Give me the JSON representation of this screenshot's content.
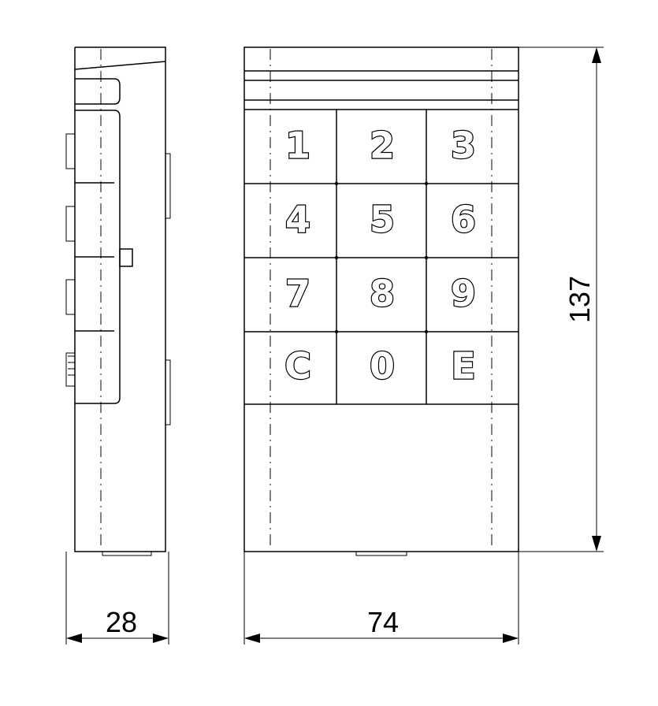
{
  "keypad": {
    "keys": [
      {
        "label": "1"
      },
      {
        "label": "2"
      },
      {
        "label": "3"
      },
      {
        "label": "4"
      },
      {
        "label": "5"
      },
      {
        "label": "6"
      },
      {
        "label": "7"
      },
      {
        "label": "8"
      },
      {
        "label": "9"
      },
      {
        "label": "C"
      },
      {
        "label": "0"
      },
      {
        "label": "E"
      }
    ]
  },
  "dimensions": {
    "depth": "28",
    "width": "74",
    "height": "137"
  }
}
